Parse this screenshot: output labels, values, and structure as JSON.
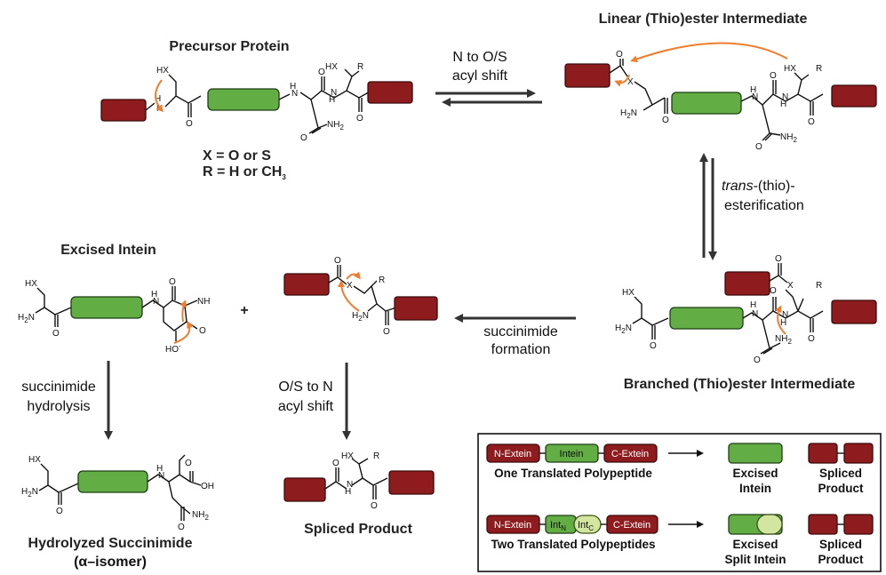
{
  "titles": {
    "precursor": "Precursor Protein",
    "linear": "Linear (Thio)ester Intermediate",
    "branched": "Branched (Thio)ester Intermediate",
    "excised_intein": "Excised Intein",
    "spliced_product": "Spliced Product",
    "hydrolyzed": "Hydrolyzed Succinimide",
    "alpha_isomer": "(α–isomer)"
  },
  "definitions": {
    "x_line": "X = O or S",
    "r_line_pre": "R = H or CH",
    "r_line_sub": "3"
  },
  "steps": {
    "n_to_os_1": "N to O/S",
    "n_to_os_2": "acyl shift",
    "trans_1a": "trans",
    "trans_1b": "-(thio)-",
    "trans_2": "esterification",
    "succ_form_1": "succinimide",
    "succ_form_2": "formation",
    "succ_hyd_1": "succinimide",
    "succ_hyd_2": "hydrolysis",
    "os_to_n_1": "O/S to N",
    "os_to_n_2": "acyl shift"
  },
  "plus": "+",
  "atoms": {
    "hx": "HX",
    "h": "H",
    "n": "N",
    "o": "O",
    "x": "X",
    "r": "R",
    "h2n": "H",
    "h2n_n": "N",
    "h2n_sub": "2",
    "nh2": "NH",
    "nh2_sub": "2",
    "nh": "NH",
    "ho_minus": "HO",
    "minus": "-",
    "oh": "OH"
  },
  "legend": {
    "n_extein": "N-Extein",
    "intein": "Intein",
    "c_extein": "C-Extein",
    "int_n": "Int",
    "int_n_sub": "N",
    "int_c": "Int",
    "int_c_sub": "C",
    "row1_caption": "One Translated Polypeptide",
    "row2_caption": "Two Translated Polypeptides",
    "excised_intein_1": "Excised",
    "excised_intein_2": "Intein",
    "excised_split_1": "Excised",
    "excised_split_2": "Split Intein",
    "spliced_1": "Spliced",
    "spliced_2": "Product"
  },
  "colors": {
    "extein_red": "#8e1b1e",
    "intein_green": "#63ad45",
    "int_c_light_green": "#d3e6a0",
    "electron_arrow_orange": "#ee7d2e"
  }
}
